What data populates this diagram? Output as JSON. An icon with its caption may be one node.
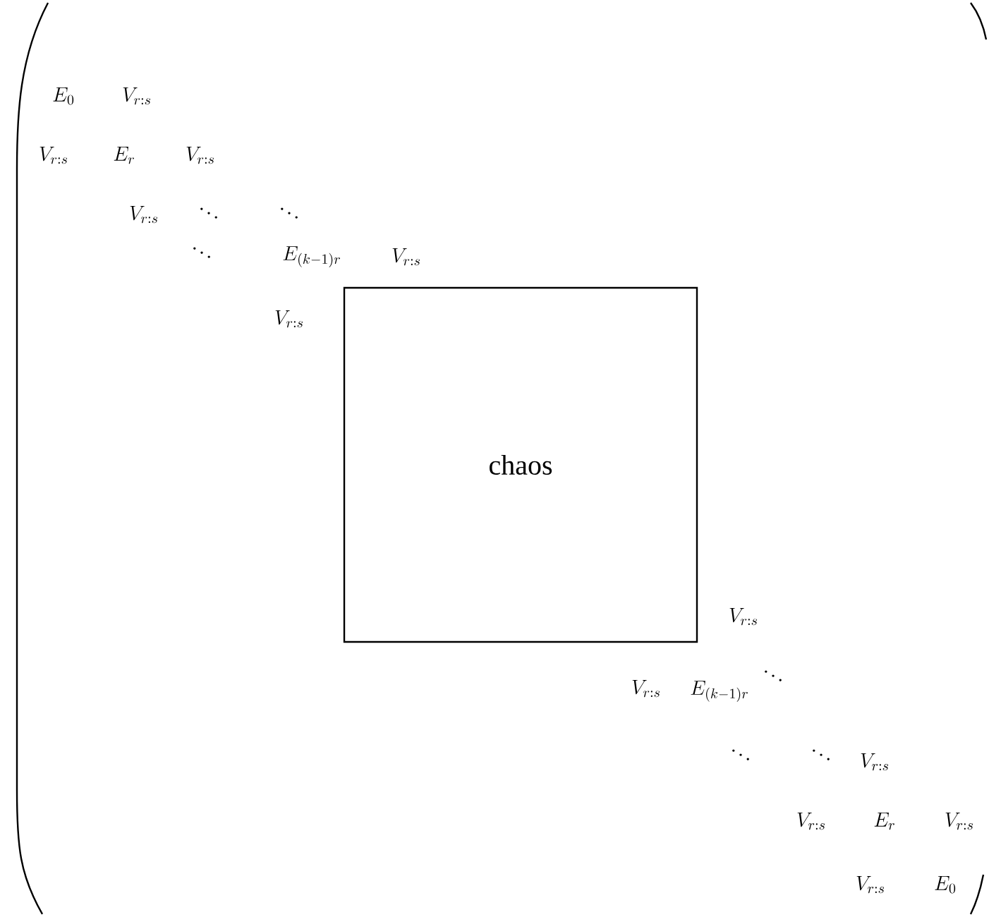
{
  "diagram": {
    "nodes": [
      {
        "text": [
          "chaos"
        ]
      }
    ],
    "labels": [
      "E_0",
      "V_{r:s}",
      "V_{r:s}",
      "E_r",
      "V_{r:s}",
      "V_{r:s}",
      "\\ddots",
      "\\ddots",
      "\\ddots",
      "E_{(k-1)r}",
      "V_{r:s}",
      "V_{r:s}",
      "V_{r:s}",
      "V_{r:s}",
      "E_{(k-1)r}",
      "\\ddots",
      "\\ddots",
      "\\ddots",
      "V_{r:s}",
      "V_{r:s}",
      "E_r",
      "V_{r:s}",
      "V_{r:s}",
      "E_0"
    ]
  }
}
